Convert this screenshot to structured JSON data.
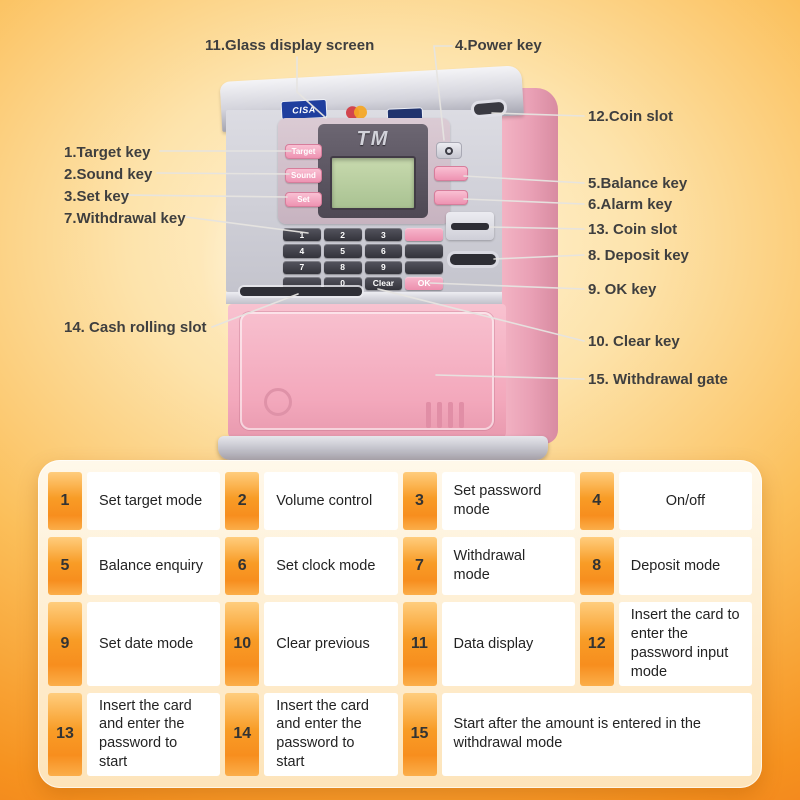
{
  "callouts": [
    {
      "label": "11.Glass display screen"
    },
    {
      "label": "4.Power key"
    },
    {
      "label": "12.Coin slot"
    },
    {
      "label": "1.Target key"
    },
    {
      "label": "2.Sound key"
    },
    {
      "label": "3.Set key"
    },
    {
      "label": "7.Withdrawal key"
    },
    {
      "label": "5.Balance key"
    },
    {
      "label": "6.Alarm key"
    },
    {
      "label": "13. Coin slot"
    },
    {
      "label": "8. Deposit key"
    },
    {
      "label": "9. OK key"
    },
    {
      "label": "10. Clear key"
    },
    {
      "label": "14. Cash rolling slot"
    },
    {
      "label": "15. Withdrawal gate"
    }
  ],
  "atm": {
    "brand": "CISA",
    "screen_logo": "TM",
    "left_buttons": [
      "Target",
      "Sound",
      "Set"
    ],
    "keypad": [
      [
        "1",
        "2",
        "3",
        ""
      ],
      [
        "4",
        "5",
        "6",
        ""
      ],
      [
        "7",
        "8",
        "9",
        ""
      ],
      [
        "",
        "0",
        "Clear",
        "OK"
      ]
    ]
  },
  "features": {
    "rows": [
      {
        "cells": [
          {
            "num": "1",
            "text": "Set target mode"
          },
          {
            "num": "2",
            "text": "Volume control"
          },
          {
            "num": "3",
            "text": "Set password mode"
          },
          {
            "num": "4",
            "text": "On/off"
          }
        ]
      },
      {
        "cells": [
          {
            "num": "5",
            "text": "Balance enquiry"
          },
          {
            "num": "6",
            "text": "Set clock mode"
          },
          {
            "num": "7",
            "text": "Withdrawal mode"
          },
          {
            "num": "8",
            "text": "Deposit mode"
          }
        ]
      },
      {
        "cells": [
          {
            "num": "9",
            "text": "Set date mode"
          },
          {
            "num": "10",
            "text": "Clear previous"
          },
          {
            "num": "11",
            "text": "Data display"
          },
          {
            "num": "12",
            "text": "Insert the card to enter the password input mode"
          }
        ]
      },
      {
        "cells": [
          {
            "num": "13",
            "text": "Insert the card and enter the password to start"
          },
          {
            "num": "14",
            "text": "Insert the card and enter the password to start"
          },
          {
            "num": "15",
            "text": "Start after the amount is entered in the withdrawal mode"
          }
        ]
      }
    ]
  },
  "colors": {
    "accent_orange": "#f7941d",
    "atm_pink": "#f3a8bc",
    "panel_silver": "#d4d4db"
  }
}
